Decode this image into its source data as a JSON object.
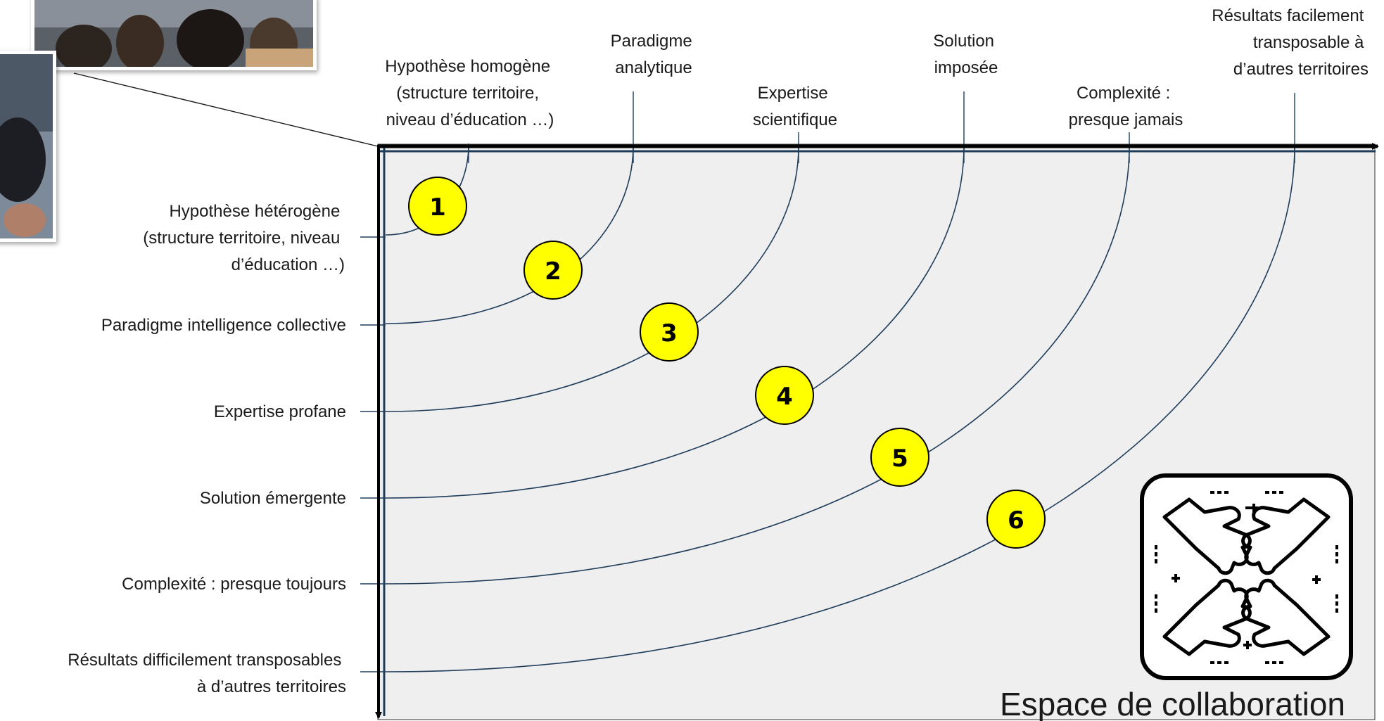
{
  "top_labels": [
    {
      "lines": [
        "Hypothèse homogène",
        "(structure territoire,",
        "niveau d’éducation …)"
      ]
    },
    {
      "lines": [
        "Paradigme",
        "analytique"
      ]
    },
    {
      "lines": [
        "Expertise",
        "scientifique"
      ]
    },
    {
      "lines": [
        "Solution",
        "imposée"
      ]
    },
    {
      "lines": [
        "Complexité :",
        "presque jamais"
      ]
    },
    {
      "lines": [
        "Résultats facilement",
        "transposable à",
        "d’autres territoires"
      ]
    }
  ],
  "left_labels": [
    {
      "lines": [
        "Hypothèse hétérogène",
        "(structure territoire, niveau",
        "d’éducation …)"
      ]
    },
    {
      "lines": [
        "Paradigme intelligence collective"
      ]
    },
    {
      "lines": [
        "Expertise profane"
      ]
    },
    {
      "lines": [
        "Solution émergente"
      ]
    },
    {
      "lines": [
        "Complexité : presque toujours"
      ]
    },
    {
      "lines": [
        "Résultats difficilement transposables",
        "à d’autres territoires"
      ]
    }
  ],
  "badges": [
    "1",
    "2",
    "3",
    "4",
    "5",
    "6"
  ],
  "space_title": "Espace de collaboration",
  "collaboration_icon": "hands-collaboration-icon",
  "photos": [
    "classroom-photo",
    "group-photo"
  ],
  "colors": {
    "area": "#efefef",
    "axis": "#000000",
    "axis_inner": "#1f3d5a",
    "curve": "#1f3d5a",
    "badge_fill": "#ffff00",
    "badge_stroke": "#000000"
  }
}
